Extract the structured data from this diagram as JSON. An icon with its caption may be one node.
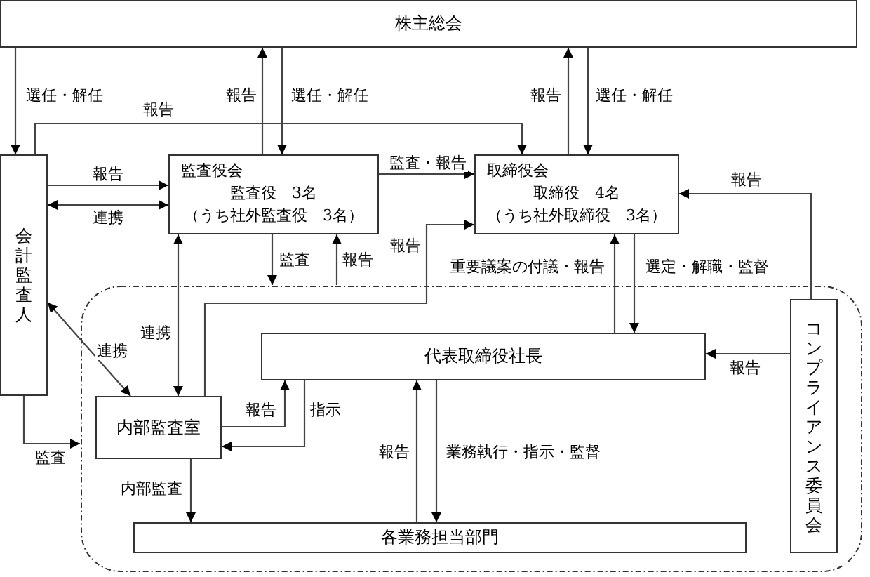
{
  "diagram": {
    "nodes": [
      {
        "text": [
          "株主総会"
        ]
      },
      {
        "text": [
          "会計監査人"
        ]
      },
      {
        "text": [
          "監査役会",
          "監査役　3名",
          "（うち社外監査役　3名）"
        ]
      },
      {
        "text": [
          "取締役会",
          "取締役　4名",
          "（うち社外取締役　3名）"
        ]
      },
      {
        "text": [],
        "shape": "box"
      },
      {
        "text": [
          "代表取締役社長"
        ],
        "in": 4
      },
      {
        "text": [
          "コンプライアンス委員会"
        ],
        "in": 4
      },
      {
        "text": [
          "内部監査室"
        ],
        "in": 4
      },
      {
        "text": [
          "各業務担当部門"
        ],
        "in": 4
      }
    ],
    "edges": [
      {
        "from": 0,
        "to": 1,
        "arrow": "to",
        "label": "選任・解任"
      },
      {
        "from": 2,
        "to": 0,
        "arrow": "to",
        "label": "報告"
      },
      {
        "from": 0,
        "to": 2,
        "arrow": "to",
        "label": "選任・解任"
      },
      {
        "from": 3,
        "to": 0,
        "arrow": "to",
        "label": "報告"
      },
      {
        "from": 0,
        "to": 3,
        "arrow": "to",
        "label": "選任・解任"
      },
      {
        "from": 1,
        "to": 3,
        "arrow": "to",
        "label": "報告"
      },
      {
        "from": 1,
        "to": 2,
        "arrow": "to",
        "label": "報告"
      },
      {
        "from": 1,
        "to": 2,
        "arrow": "both",
        "label": "連携"
      },
      {
        "from": 2,
        "to": 3,
        "arrow": "to",
        "label": "監査・報告"
      },
      {
        "from": 2,
        "to": 4,
        "arrow": "to",
        "label": "監査"
      },
      {
        "from": 4,
        "to": 2,
        "arrow": "to",
        "label": "報告"
      },
      {
        "from": 7,
        "to": 3,
        "arrow": "to",
        "label": "報告"
      },
      {
        "from": 2,
        "to": 7,
        "arrow": "both",
        "label": "連携"
      },
      {
        "from": 1,
        "to": 7,
        "arrow": "both",
        "label": "連携"
      },
      {
        "from": 1,
        "to": 4,
        "arrow": "to",
        "label": "監査"
      },
      {
        "from": 5,
        "to": 3,
        "arrow": "to",
        "label": "重要議案の付議・報告"
      },
      {
        "from": 3,
        "to": 5,
        "arrow": "to",
        "label": "選定・解職・監督"
      },
      {
        "from": 6,
        "to": 3,
        "arrow": "to",
        "label": "報告"
      },
      {
        "from": 6,
        "to": 5,
        "arrow": "to",
        "label": "報告"
      },
      {
        "from": 7,
        "to": 5,
        "arrow": "to",
        "label": "報告"
      },
      {
        "from": 5,
        "to": 7,
        "arrow": "to",
        "label": "指示"
      },
      {
        "from": 7,
        "to": 8,
        "arrow": "to",
        "label": "内部監査"
      },
      {
        "from": 8,
        "to": 5,
        "arrow": "to",
        "label": "報告"
      },
      {
        "from": 5,
        "to": 8,
        "arrow": "to",
        "label": "業務執行・指示・監督"
      }
    ]
  }
}
